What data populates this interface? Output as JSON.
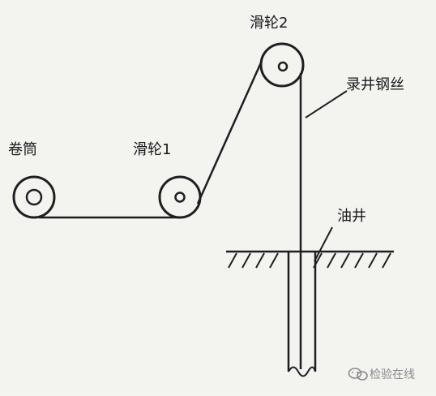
{
  "labels": {
    "drum": "卷筒",
    "pulley1": "滑轮1",
    "pulley2": "滑轮2",
    "wire": "录井钢丝",
    "well": "油井"
  },
  "watermark": {
    "text": "检验在线"
  },
  "colors": {
    "background": "#f3f3f0",
    "ink": "#1f1f1f"
  }
}
